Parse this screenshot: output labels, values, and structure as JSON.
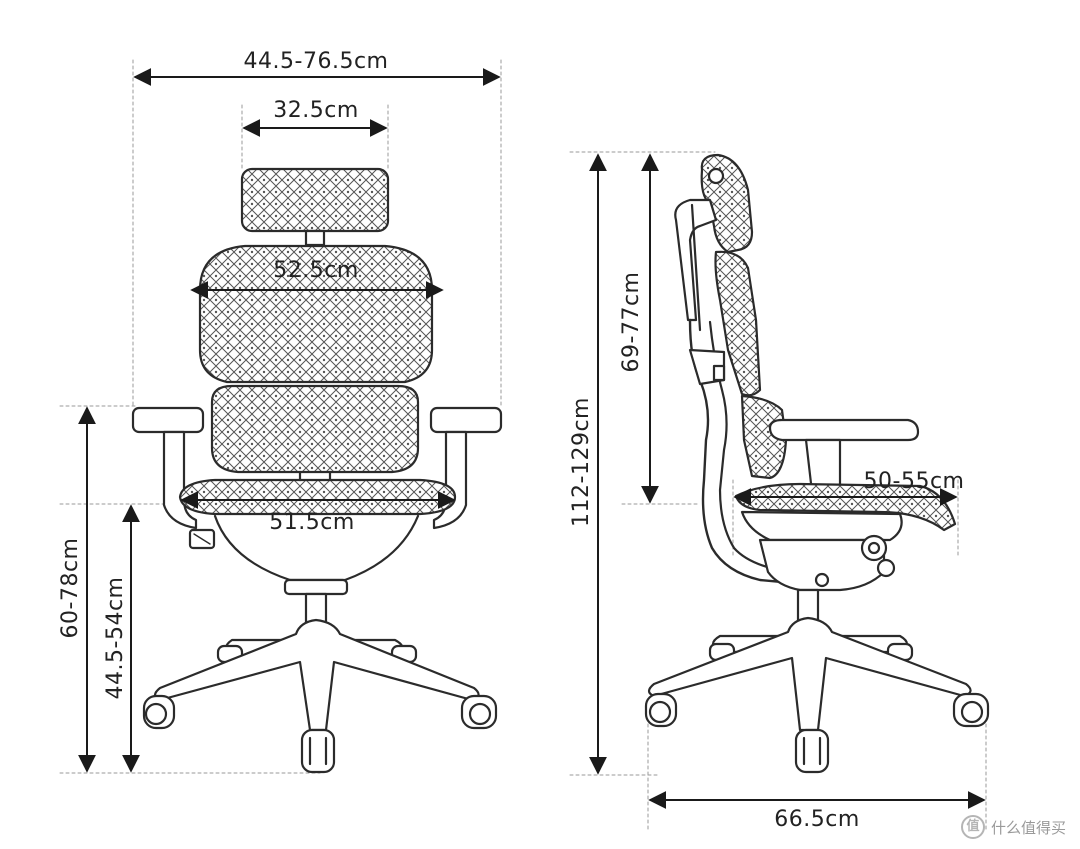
{
  "figure": {
    "front_view": {
      "overall_width": "44.5-76.5cm",
      "headrest_width": "32.5cm",
      "backrest_width": "52.5cm",
      "seat_width": "51.5cm",
      "armrest_height": "60-78cm",
      "seat_height": "44.5-54cm"
    },
    "side_view": {
      "total_height": "112-129cm",
      "backrest_height": "69-77cm",
      "seat_depth": "50-55cm",
      "base_depth": "66.5cm"
    }
  },
  "watermark": {
    "logo_glyph": "值",
    "text": "什么值得买"
  },
  "colors": {
    "line": "#2b2b2b",
    "dimension": "#1a1a1a",
    "guide": "#9a9a9a"
  }
}
